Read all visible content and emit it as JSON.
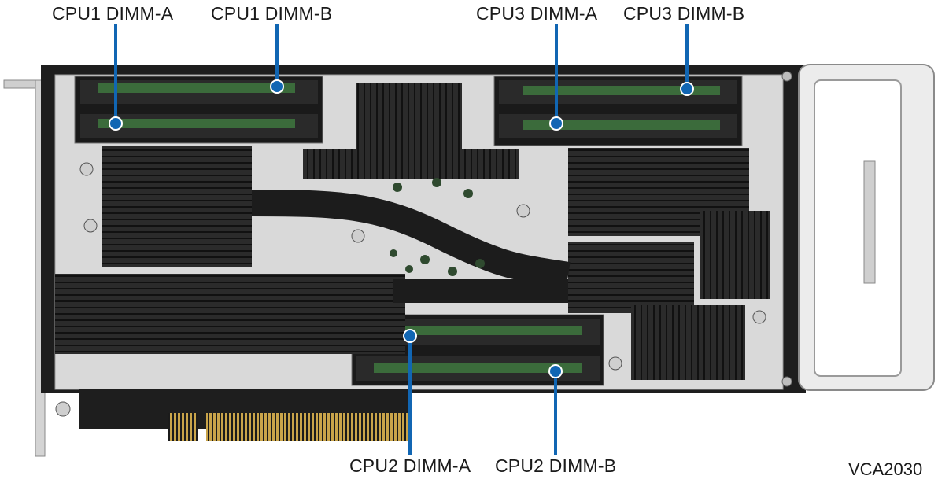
{
  "callouts": {
    "cpu1_dimm_a": "CPU1 DIMM-A",
    "cpu1_dimm_b": "CPU1 DIMM-B",
    "cpu3_dimm_a": "CPU3 DIMM-A",
    "cpu3_dimm_b": "CPU3 DIMM-B",
    "cpu2_dimm_a": "CPU2 DIMM-A",
    "cpu2_dimm_b": "CPU2 DIMM-B"
  },
  "figure_id": "VCA2030",
  "colors": {
    "callout_line": "#1166b3",
    "dimm_green": "#3b6b3b",
    "heatsink": "#2a2a2a",
    "tray": "#d9d9d9",
    "pcb": "#1e1e1e",
    "gold_contacts": "#c9a44a"
  }
}
